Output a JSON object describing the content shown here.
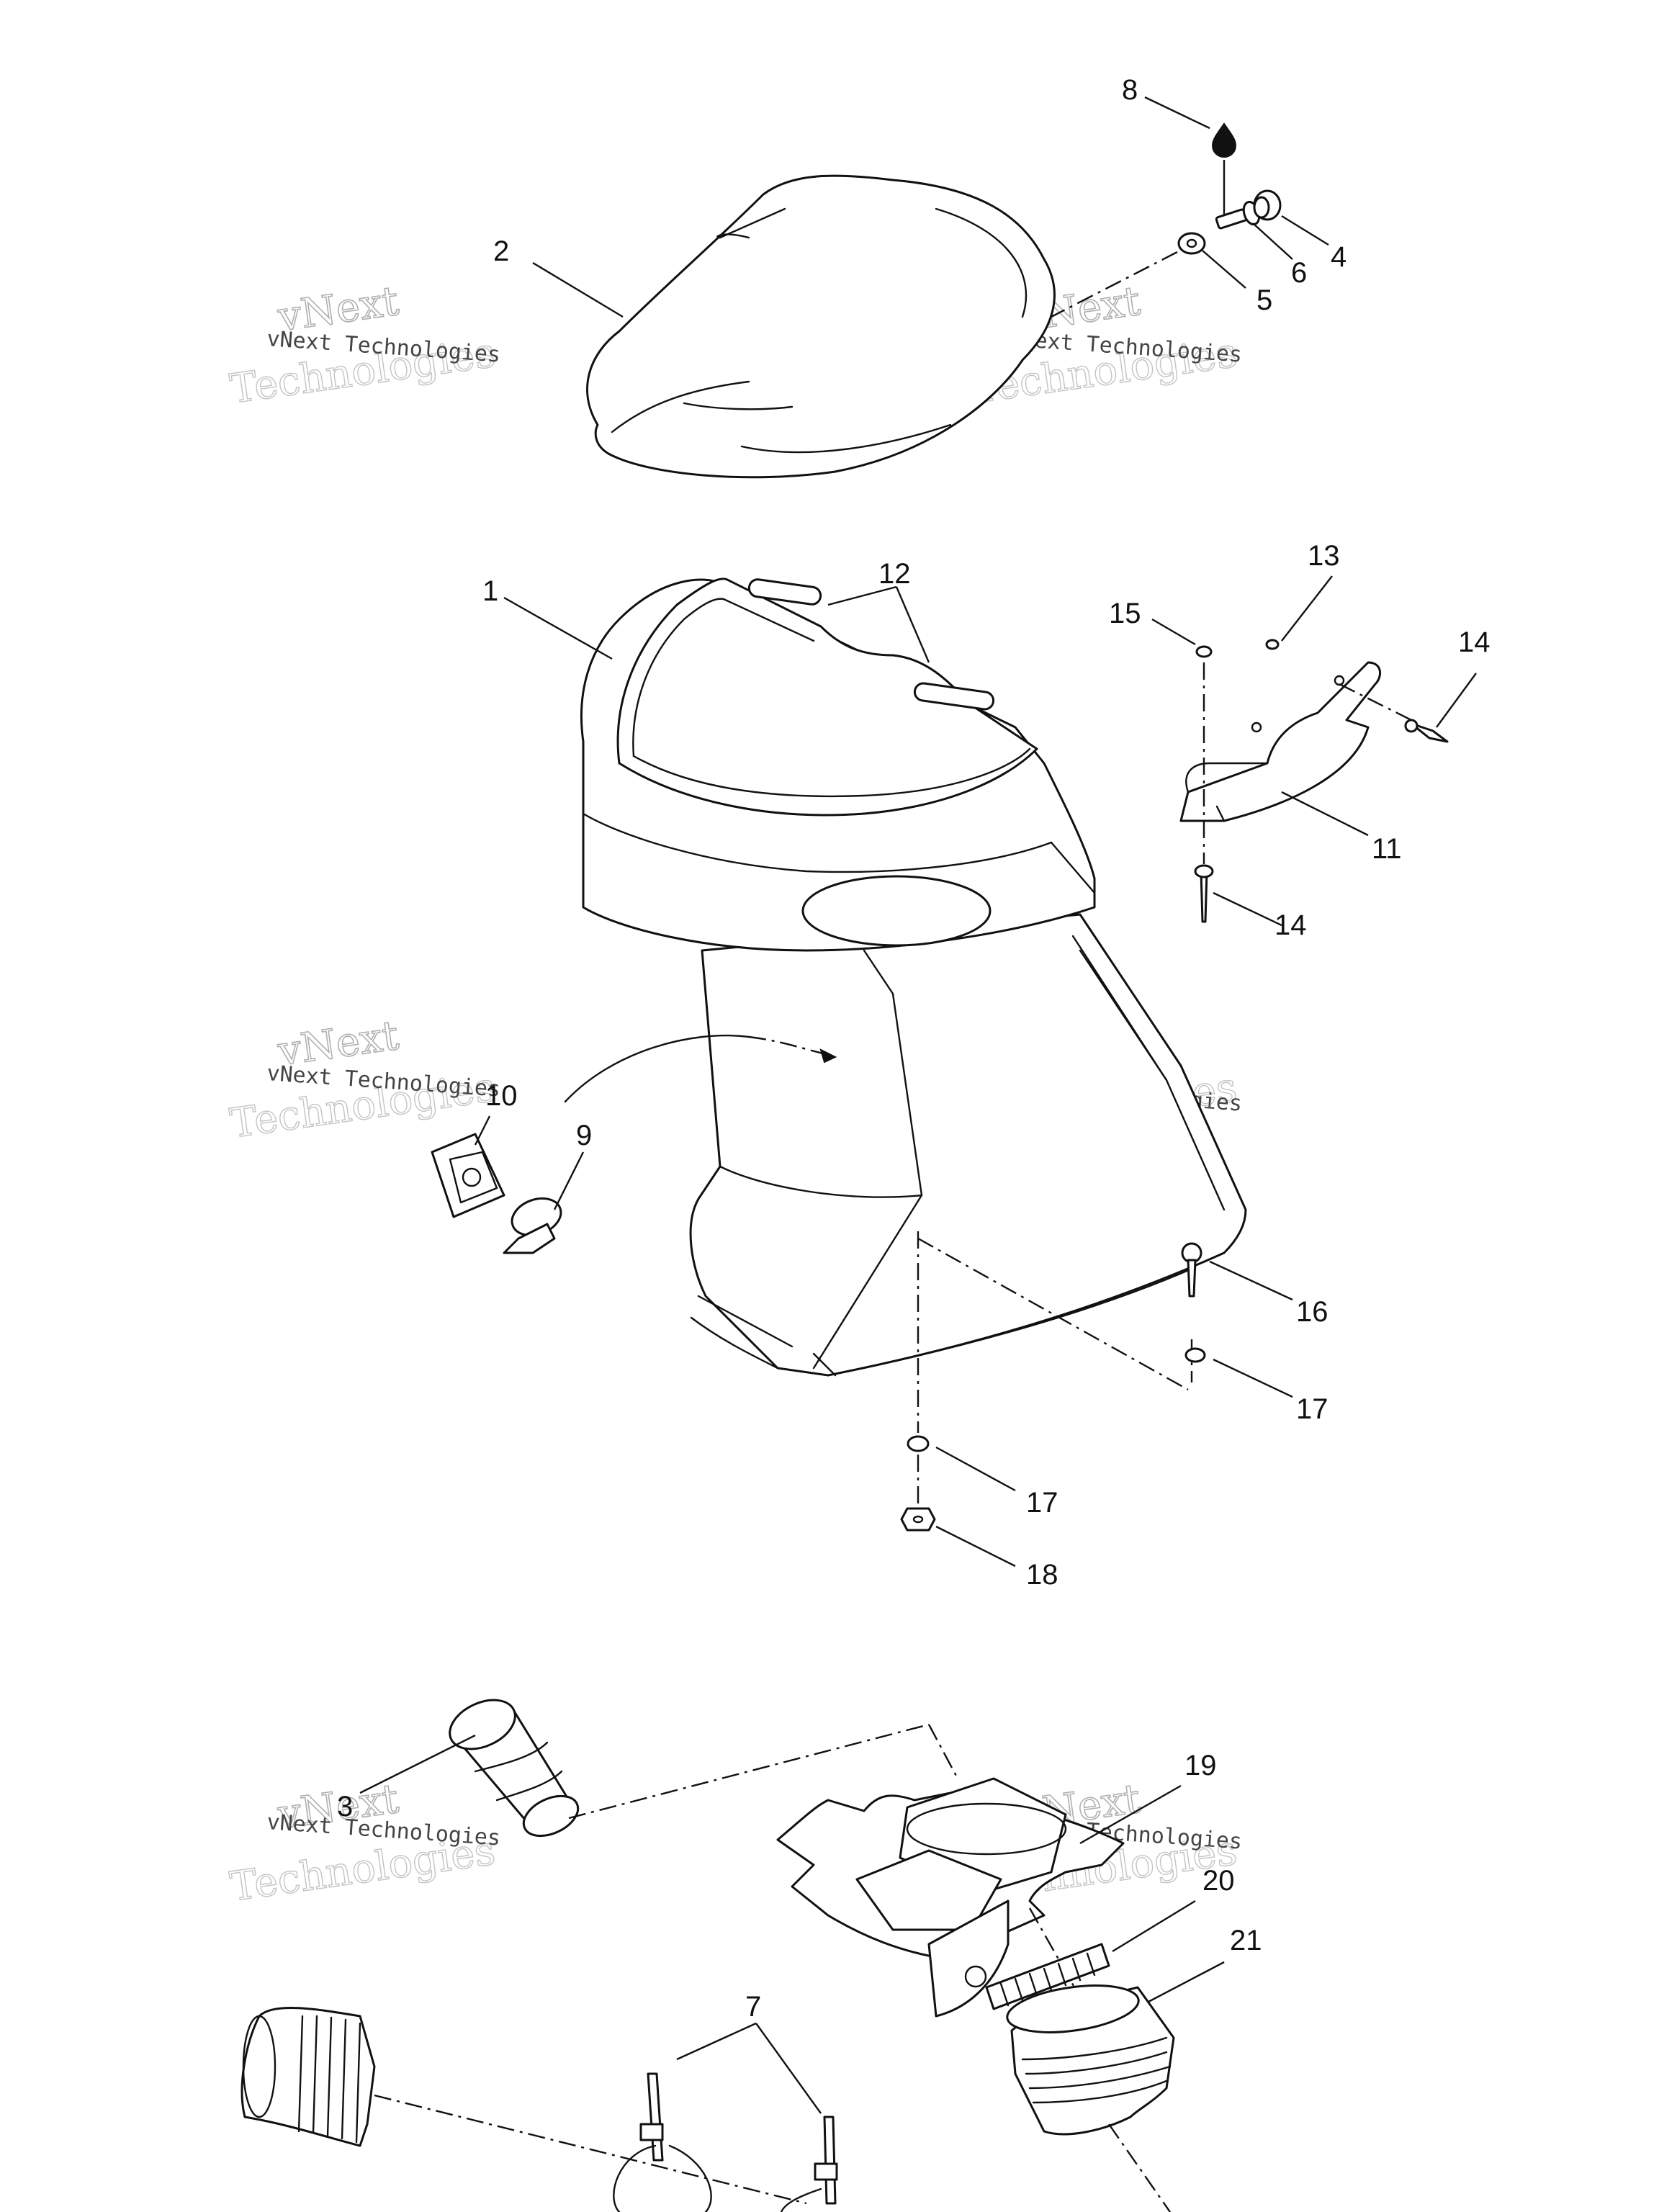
{
  "callouts": [
    {
      "label": "8"
    },
    {
      "label": "2"
    },
    {
      "label": "4"
    },
    {
      "label": "6"
    },
    {
      "label": "5"
    },
    {
      "label": "1"
    },
    {
      "label": "12"
    },
    {
      "label": "13"
    },
    {
      "label": "15"
    },
    {
      "label": "14"
    },
    {
      "label": "11"
    },
    {
      "label": "14"
    },
    {
      "label": "10"
    },
    {
      "label": "9"
    },
    {
      "label": "16"
    },
    {
      "label": "17"
    },
    {
      "label": "17"
    },
    {
      "label": "18"
    },
    {
      "label": "19"
    },
    {
      "label": "3"
    },
    {
      "label": "20"
    },
    {
      "label": "21"
    },
    {
      "label": "7"
    }
  ],
  "watermark": {
    "brand": "vNext",
    "line1": "vNext Technologies",
    "line2": "Technologies"
  }
}
